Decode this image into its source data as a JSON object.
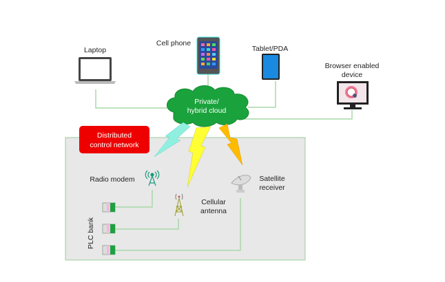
{
  "devices": {
    "laptop": "Laptop",
    "cell_phone": "Cell phone",
    "tablet": "Tablet/PDA",
    "browser_line1": "Browser enabled",
    "browser_line2": "device"
  },
  "cloud": {
    "line1": "Private/",
    "line2": "hybrid cloud",
    "color": "#1aa33c"
  },
  "network": {
    "title_line1": "Distributed",
    "title_line2": "control network",
    "title_color": "#ee0000",
    "radio_modem": "Radio modem",
    "cellular_line1": "Cellular",
    "cellular_line2": "antenna",
    "satellite_line1": "Satellite",
    "satellite_line2": "receiver",
    "plc_bank": "PLC bank"
  },
  "colors": {
    "connector": "#a8d8a8",
    "bolt_cyan": "#8ff0e0",
    "bolt_yellow": "#ffff33",
    "bolt_orange": "#ffbb00",
    "panel": "#e8e8e8"
  }
}
